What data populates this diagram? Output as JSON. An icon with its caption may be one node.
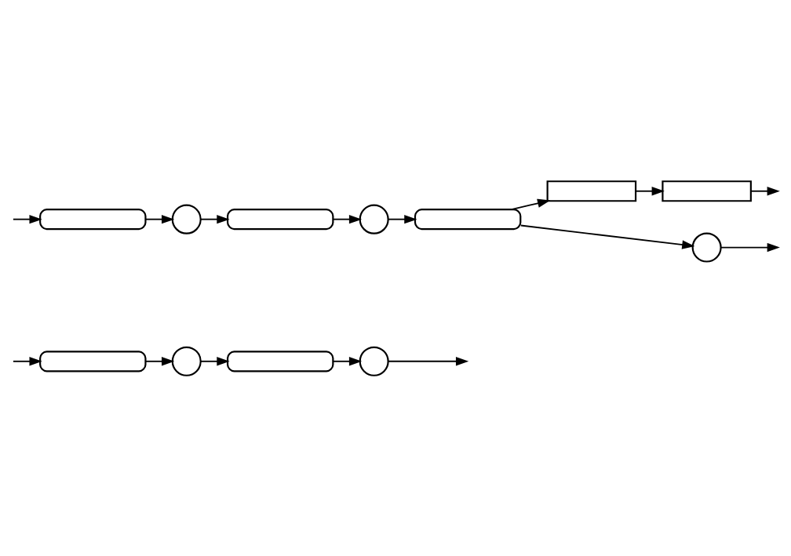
{
  "diagram": {
    "nodes": [
      {
        "text": [],
        "shape": "pill"
      },
      {
        "text": [],
        "shape": "circle"
      },
      {
        "text": [],
        "shape": "pill"
      },
      {
        "text": [],
        "shape": "circle"
      },
      {
        "text": [],
        "shape": "pill"
      },
      {
        "text": [],
        "shape": "box"
      },
      {
        "text": [],
        "shape": "box"
      },
      {
        "text": [],
        "shape": "circle"
      },
      {
        "text": [],
        "shape": "pill"
      },
      {
        "text": [],
        "shape": "circle"
      },
      {
        "text": [],
        "shape": "pill"
      },
      {
        "text": [],
        "shape": "circle"
      }
    ],
    "edges": [
      {
        "from": null,
        "to": 0,
        "arrow": "to"
      },
      {
        "from": 0,
        "to": 1,
        "arrow": "to"
      },
      {
        "from": 1,
        "to": 2,
        "arrow": "to"
      },
      {
        "from": 2,
        "to": 3,
        "arrow": "to"
      },
      {
        "from": 3,
        "to": 4,
        "arrow": "to"
      },
      {
        "from": 4,
        "to": 5,
        "arrow": "to"
      },
      {
        "from": 4,
        "to": 7,
        "arrow": "to"
      },
      {
        "from": 5,
        "to": 6,
        "arrow": "to"
      },
      {
        "from": 6,
        "to": null,
        "arrow": "to"
      },
      {
        "from": 7,
        "to": null,
        "arrow": "to"
      },
      {
        "from": null,
        "to": 8,
        "arrow": "to"
      },
      {
        "from": 8,
        "to": 9,
        "arrow": "to"
      },
      {
        "from": 9,
        "to": 10,
        "arrow": "to"
      },
      {
        "from": 10,
        "to": 11,
        "arrow": "to"
      },
      {
        "from": 11,
        "to": null,
        "arrow": "to"
      }
    ]
  }
}
